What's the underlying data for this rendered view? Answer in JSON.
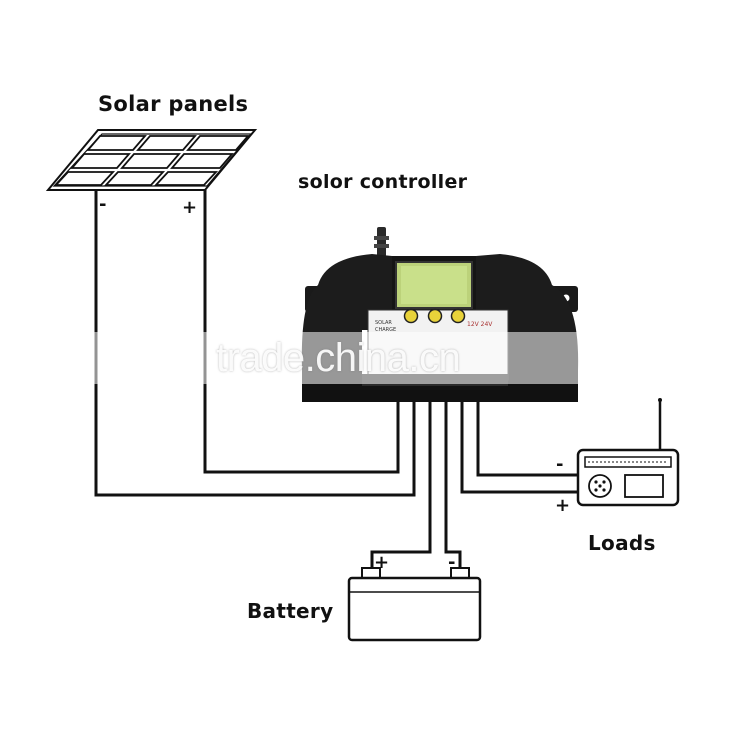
{
  "labels": {
    "solar_panels": "Solar panels",
    "controller": "solor controller",
    "loads": "Loads",
    "battery": "Battery"
  },
  "terminals": {
    "panel_neg": "-",
    "panel_pos": "+",
    "battery_pos": "+",
    "battery_neg": "-",
    "load_neg": "-",
    "load_pos": "+"
  },
  "controller_panel": {
    "brand_line1": "SOLAR",
    "brand_line2": "CHARGE",
    "voltage": "12V  24V"
  },
  "watermark": "trade.china.cn",
  "colors": {
    "wire": "#111111",
    "controller_body": "#1c1c1c",
    "lcd": "#c9e08a",
    "button": "#e8d23a"
  },
  "icons": [
    "solar-panel-icon",
    "charge-controller-icon",
    "battery-icon",
    "radio-icon"
  ]
}
